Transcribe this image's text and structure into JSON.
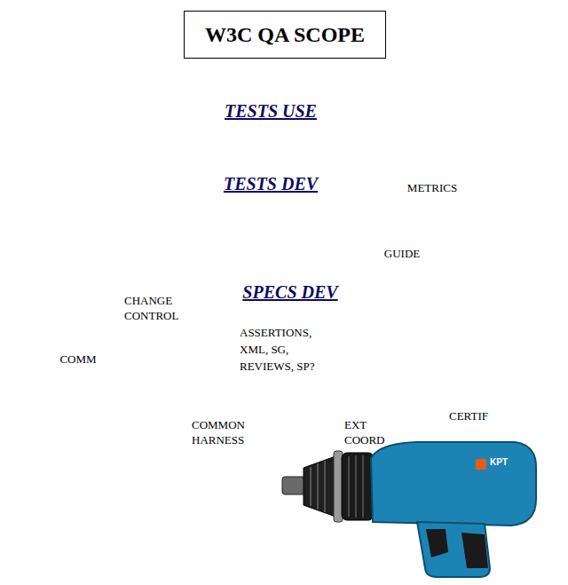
{
  "diagram": {
    "title": "W3C QA SCOPE",
    "nodes": [
      {
        "text": [
          "TESTS USE",
          "METRICS",
          "COMM",
          "CERTIF"
        ]
      },
      {
        "text": [
          "TESTS DEV",
          "GUIDE",
          "CHANGE CONTROL",
          "COMMON HARNESS",
          "EXT COORD"
        ],
        "in": 0
      },
      {
        "text": [
          "SPECS DEV",
          "ASSERTIONS, XML, SG, REVIEWS, SP?"
        ],
        "in": 1
      }
    ],
    "labels": [
      "KPT"
    ]
  }
}
